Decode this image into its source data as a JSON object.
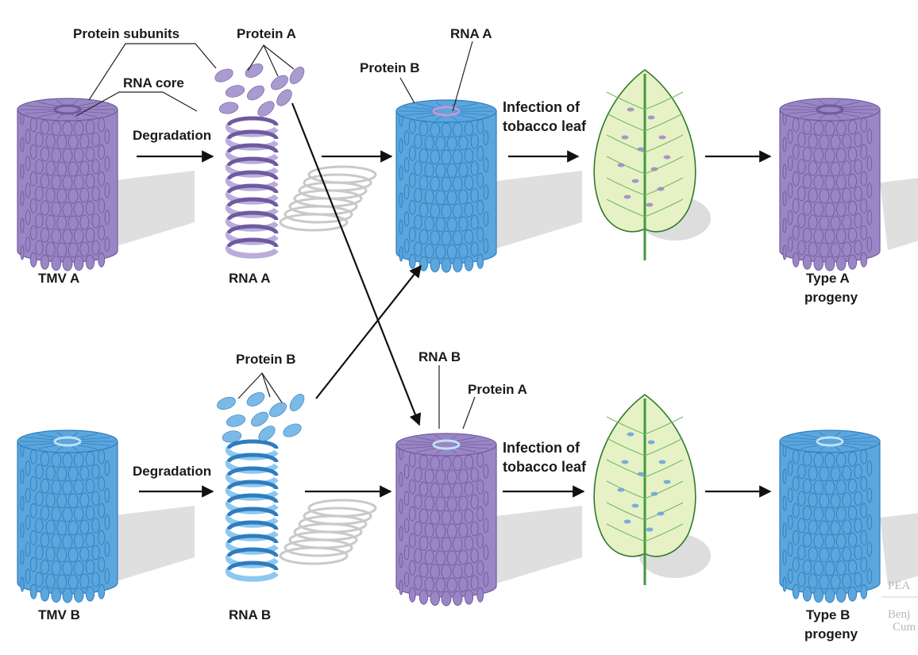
{
  "labels": {
    "protein_subunits": "Protein subunits",
    "protein_a_top": "Protein A",
    "rna_core": "RNA core",
    "degradation_top": "Degradation",
    "rna_a_label": "RNA A",
    "protein_b_top": "Protein B",
    "infection_top_1": "Infection of",
    "infection_top_2": "tobacco leaf",
    "tmv_a": "TMV A",
    "rna_a_bottom": "RNA A",
    "type_a_1": "Type A",
    "type_a_2": "progeny",
    "protein_b_lower": "Protein B",
    "rna_b_label": "RNA B",
    "protein_a_lower": "Protein A",
    "degradation_bottom": "Degradation",
    "infection_bottom_1": "Infection of",
    "infection_bottom_2": "tobacco leaf",
    "tmv_b": "TMV B",
    "rna_b_bottom": "RNA B",
    "type_b_1": "Type B",
    "type_b_2": "progeny"
  },
  "watermark": {
    "line1": "PEA",
    "line2": "Benj",
    "line3": "Cum"
  },
  "colors": {
    "purple_virus": "#9a86c4",
    "purple_dark": "#6f5aa0",
    "blue_virus": "#5aa6dd",
    "blue_dark": "#2f7cbf",
    "leaf": "#e6f2c6",
    "leaf_vein": "#3f9a3f",
    "shadow": "#d4d4d4"
  }
}
